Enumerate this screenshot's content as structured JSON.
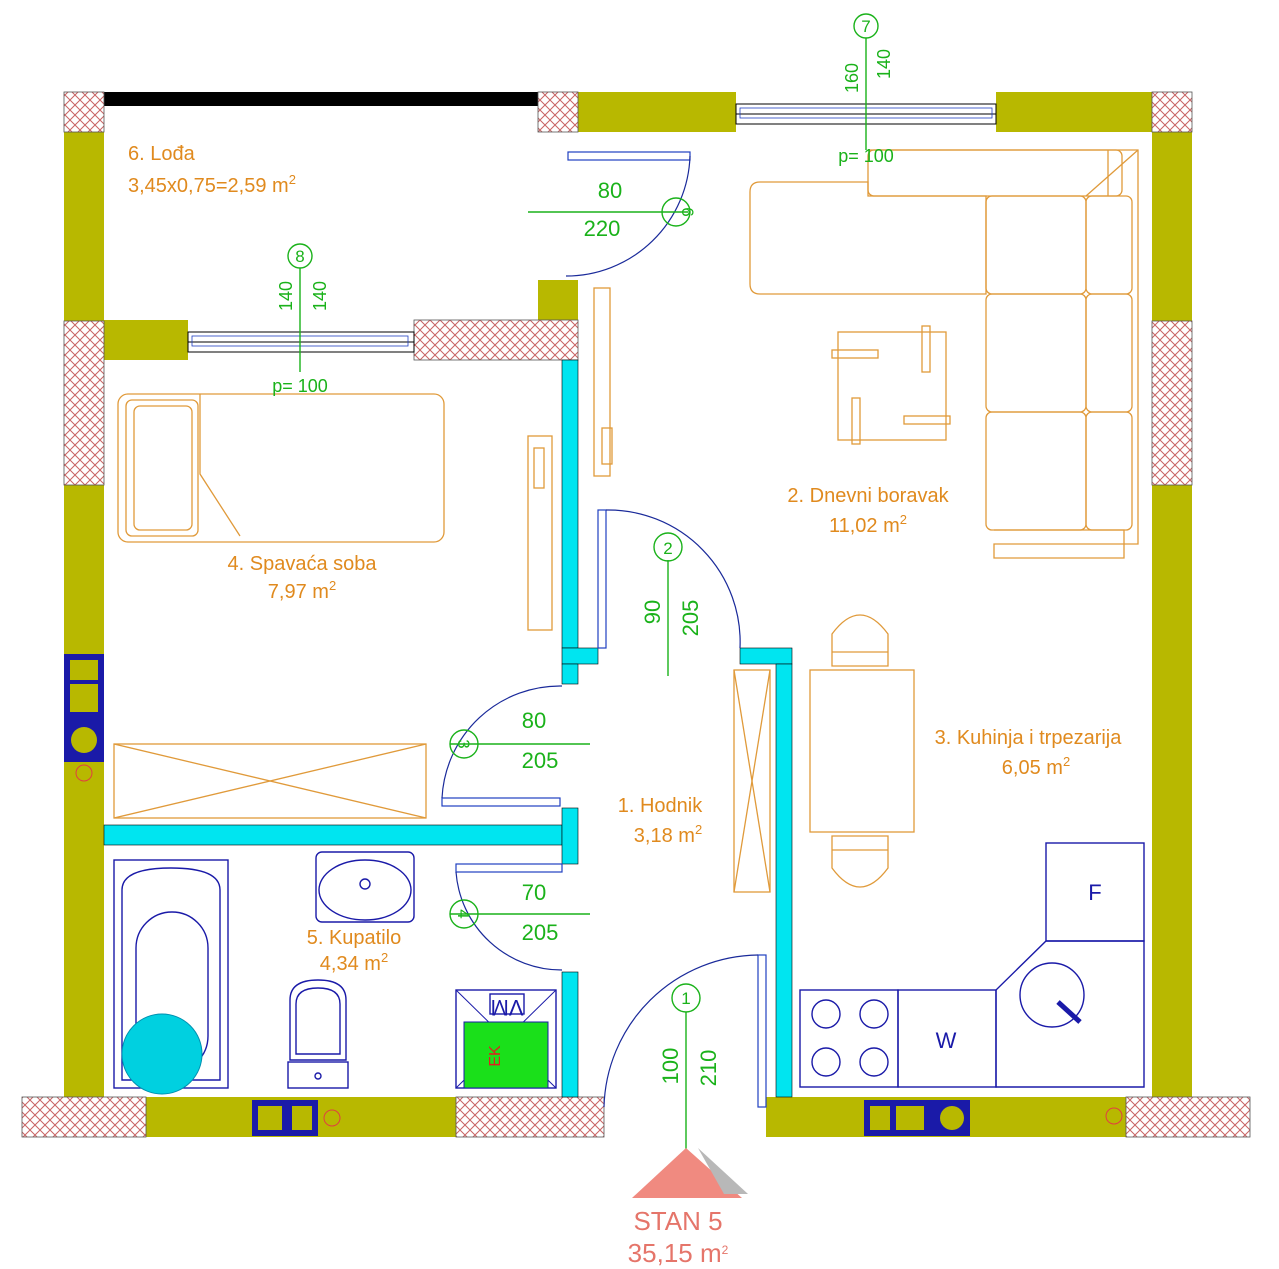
{
  "rooms": {
    "loda": {
      "name": "6. Lođa",
      "area": "3,45x0,75=2,59 m",
      "sup": "2"
    },
    "dnevni": {
      "name": "2. Dnevni boravak",
      "area": "11,02 m",
      "sup": "2"
    },
    "spavaca": {
      "name": "4. Spavaća soba",
      "area": "7,97 m",
      "sup": "2"
    },
    "kuhinja": {
      "name": "3. Kuhinja i trpezarija",
      "area": "6,05 m",
      "sup": "2"
    },
    "hodnik": {
      "name": "1. Hodnik",
      "area": "3,18 m",
      "sup": "2"
    },
    "kupatilo": {
      "name": "5. Kupatilo",
      "area": "4,34 m",
      "sup": "2"
    }
  },
  "windows": {
    "w7": {
      "no": "7",
      "w": "160",
      "h": "140",
      "p": "p= 100"
    },
    "w8": {
      "no": "8",
      "w": "140",
      "h": "140",
      "p": "p= 100"
    }
  },
  "doors": {
    "d6": {
      "no": "6",
      "w": "80",
      "h": "220"
    },
    "d2": {
      "no": "2",
      "w": "90",
      "h": "205"
    },
    "d3": {
      "no": "3",
      "w": "80",
      "h": "205"
    },
    "d4": {
      "no": "4",
      "w": "70",
      "h": "205"
    },
    "d1": {
      "no": "1",
      "w": "100",
      "h": "210"
    }
  },
  "appliances": {
    "fridge": "F",
    "washer": "W",
    "ek": "EK",
    "vm": "VM"
  },
  "apartment": {
    "name": "STAN 5",
    "area": "35,15 m",
    "sup": "2"
  },
  "colors": {
    "wall": "#b8b800",
    "partition": "#00e5f0",
    "room_text": "#e08a1e",
    "dimension": "#1ab21a",
    "appliance": "#1a1aa8",
    "hatch": "#c86464"
  }
}
